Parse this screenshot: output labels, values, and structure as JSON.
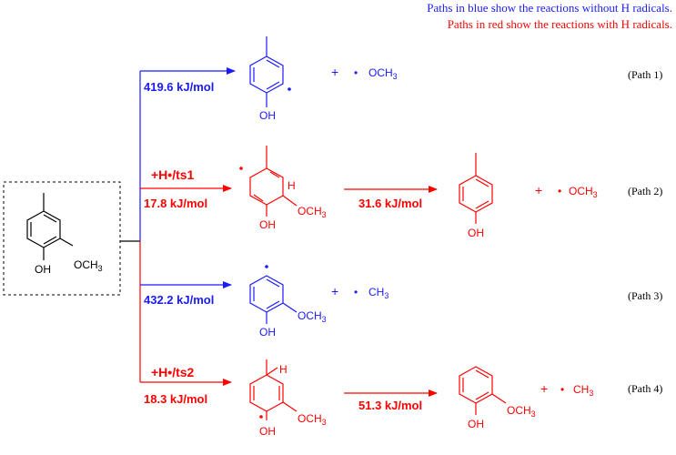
{
  "legend": {
    "blue_text": "Paths in blue show the reactions without H radicals.",
    "red_text": "Paths in red show the reactions with H radicals."
  },
  "colors": {
    "blue": "#1a1aff",
    "red": "#ff0000",
    "black": "#000000"
  },
  "reactant": {
    "substituent": "OCH",
    "sub_num": "3",
    "hydroxyl": "OH"
  },
  "paths": [
    {
      "label": "(Path 1)",
      "color": "blue",
      "energy1": "419.6 kJ/mol",
      "product": {
        "hydroxyl": "OH",
        "plus": "+",
        "radical_dot": "•",
        "fragment": "OCH",
        "fragment_num": "3"
      }
    },
    {
      "label": "(Path 2)",
      "color": "red",
      "step_label": "+H•/ts1",
      "energy1": "17.8 kJ/mol",
      "energy2": "31.6 kJ/mol",
      "intermediate": {
        "hydroxyl": "OH",
        "h_atom": "H",
        "substituent": "OCH",
        "sub_num": "3"
      },
      "product": {
        "hydroxyl": "OH",
        "plus": "+",
        "radical_dot": "•",
        "fragment": "OCH",
        "fragment_num": "3"
      }
    },
    {
      "label": "(Path 3)",
      "color": "blue",
      "energy1": "432.2 kJ/mol",
      "product": {
        "hydroxyl": "OH",
        "substituent": "OCH",
        "sub_num": "3",
        "plus": "+",
        "radical_dot": "•",
        "fragment": "CH",
        "fragment_num": "3"
      }
    },
    {
      "label": "(Path 4)",
      "color": "red",
      "step_label": "+H•/ts2",
      "energy1": "18.3 kJ/mol",
      "energy2": "51.3 kJ/mol",
      "intermediate": {
        "hydroxyl": "OH",
        "h_atom": "H",
        "substituent": "OCH",
        "sub_num": "3"
      },
      "product": {
        "hydroxyl": "OH",
        "substituent": "OCH",
        "sub_num": "3",
        "plus": "+",
        "radical_dot": "•",
        "fragment": "CH",
        "fragment_num": "3"
      }
    }
  ]
}
